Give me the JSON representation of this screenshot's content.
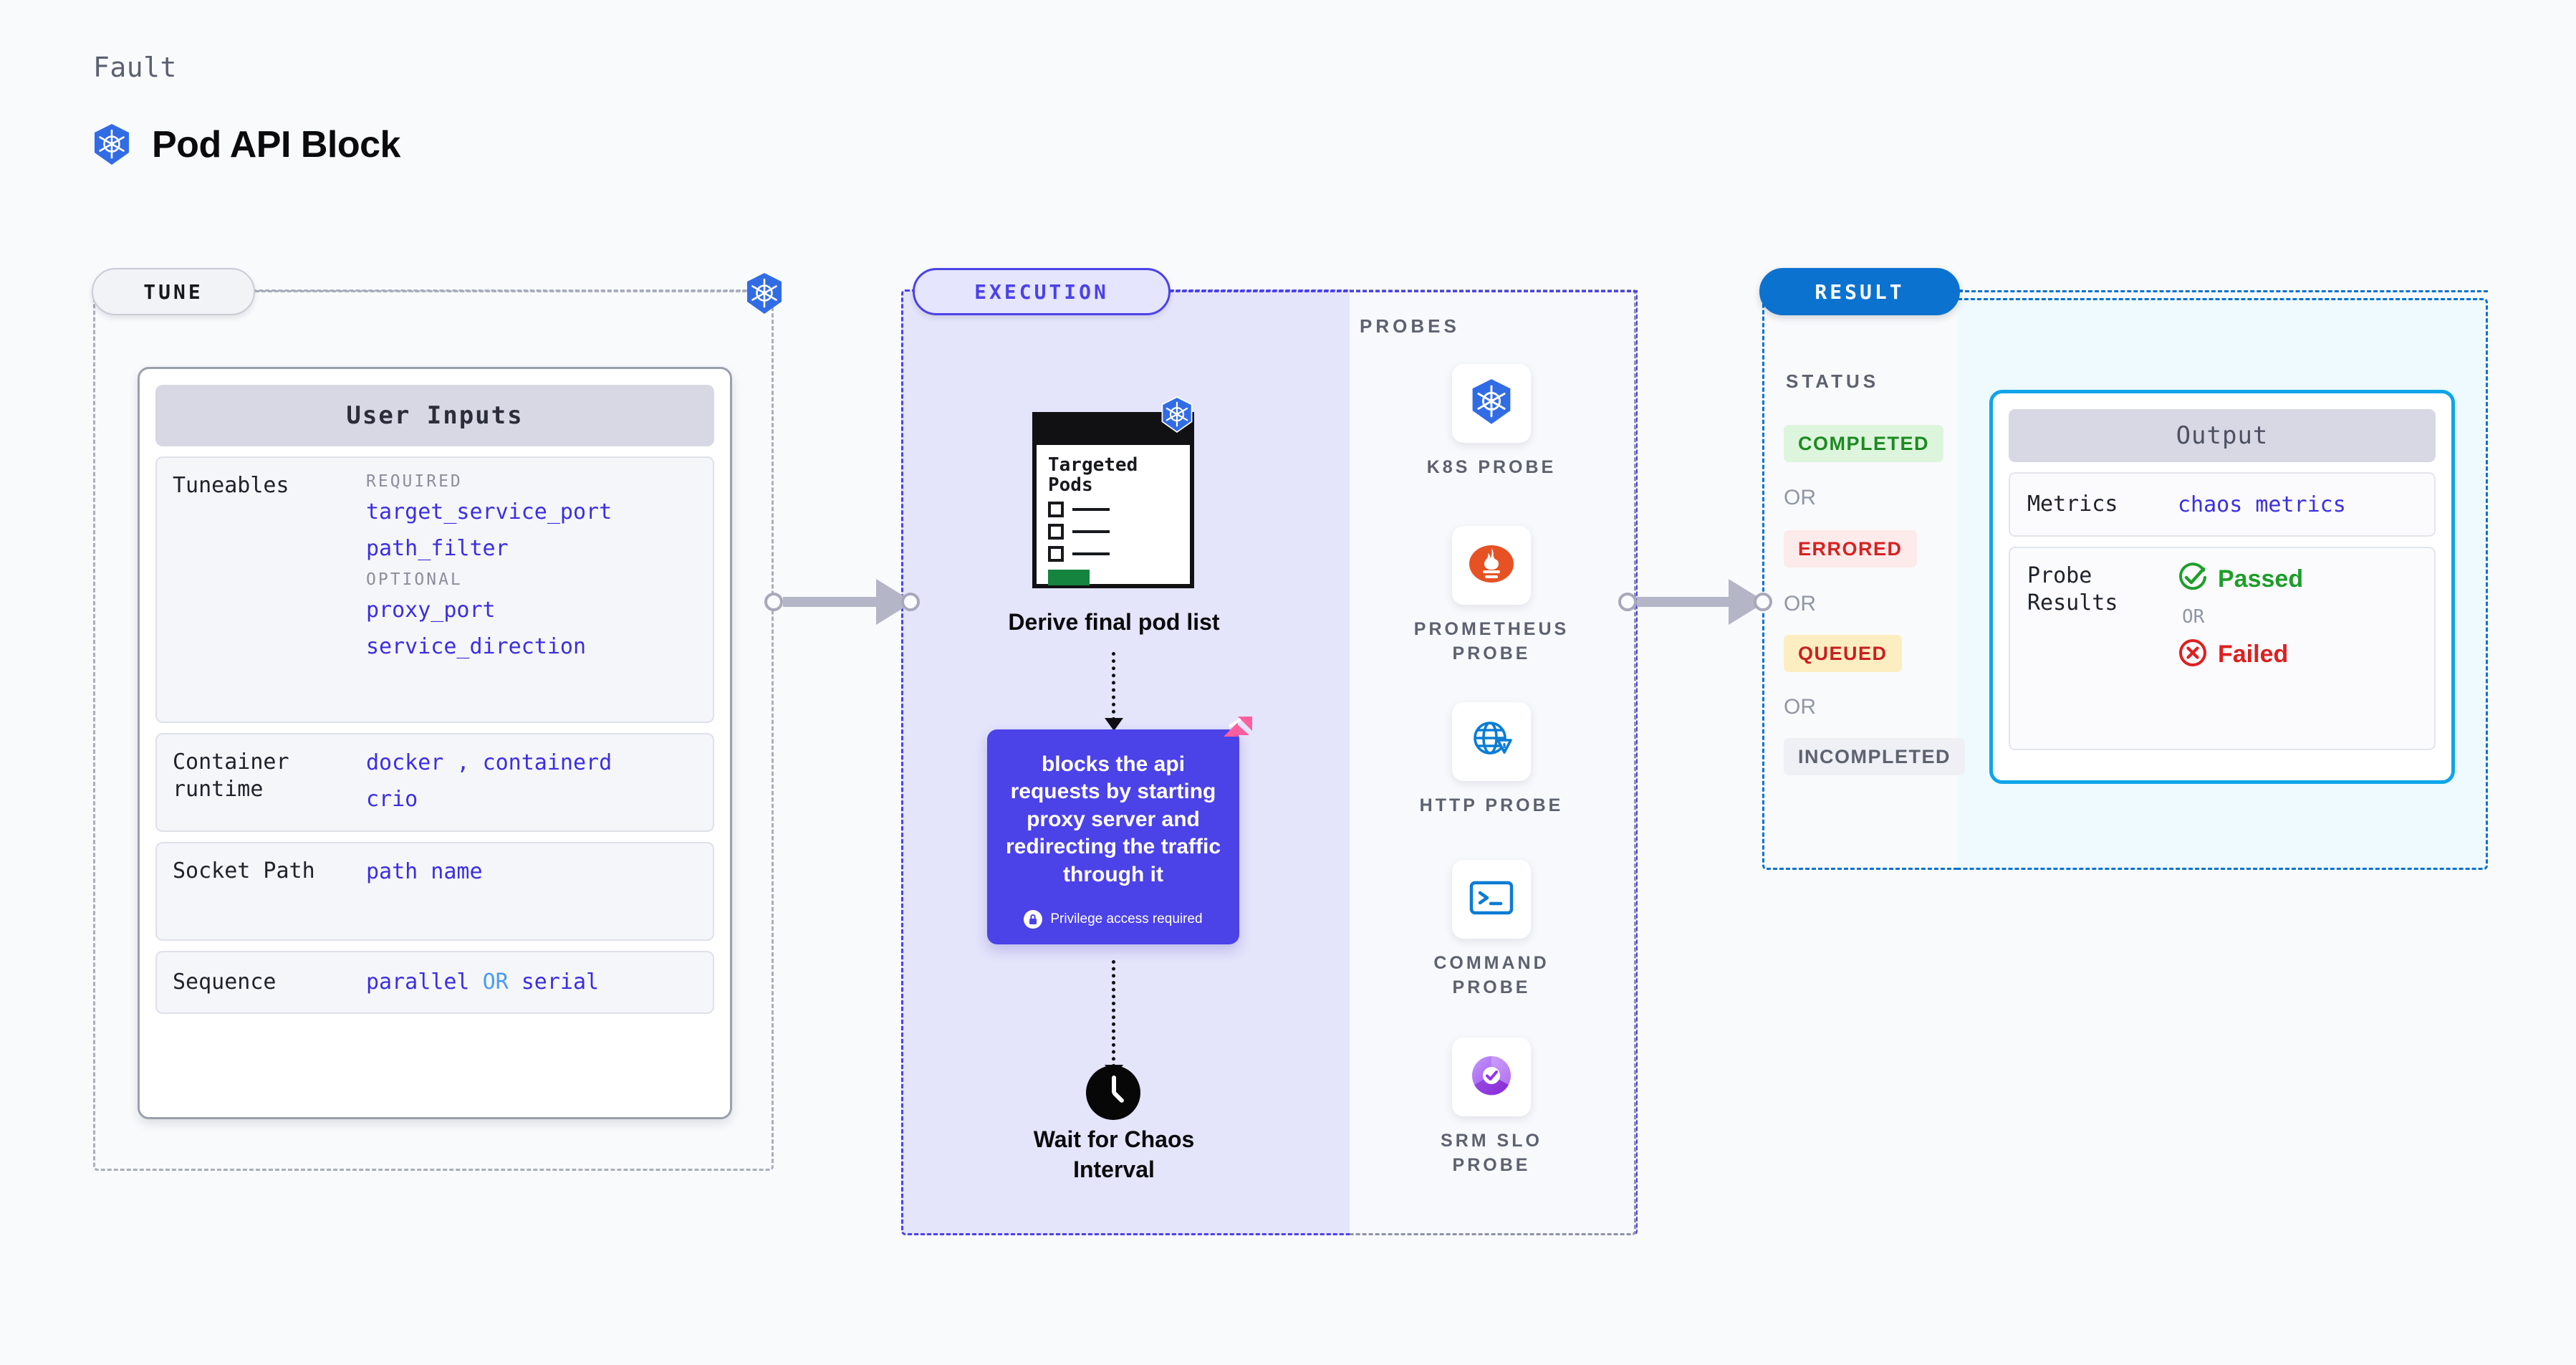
{
  "header": {
    "eyebrow": "Fault",
    "title": "Pod API Block",
    "icon": "kubernetes-icon"
  },
  "tune": {
    "pill_label": "TUNE",
    "frame_icon": "kubernetes-icon",
    "card_title": "User Inputs",
    "rows": [
      {
        "label": "Tuneables",
        "groups": [
          {
            "heading": "REQUIRED",
            "values": [
              "target_service_port",
              "path_filter"
            ]
          },
          {
            "heading": "OPTIONAL",
            "values": [
              "proxy_port",
              "service_direction"
            ]
          }
        ]
      },
      {
        "label": "Container runtime",
        "values": [
          "docker , containerd",
          "crio"
        ]
      },
      {
        "label": "Socket Path",
        "values": [
          "path name"
        ]
      },
      {
        "label": "Sequence",
        "values": [
          "parallel OR serial"
        ]
      }
    ],
    "runtime_value_1_a": "docker",
    "runtime_value_1_sep": ",",
    "runtime_value_1_b": "containerd",
    "runtime_value_2": "crio",
    "socket_value": "path name",
    "sequence_a": "parallel",
    "sequence_or": "OR",
    "sequence_b": "serial"
  },
  "execution": {
    "pill_label": "EXECUTION",
    "pods_card": {
      "title_line1": "Targeted",
      "title_line2": "Pods",
      "icon": "kubernetes-icon"
    },
    "step1_label": "Derive final pod list",
    "fault_box": {
      "text": "blocks the api requests by starting proxy server and redirecting the traffic through it",
      "privilege_label": "Privilege access required",
      "privilege_icon": "lock-icon",
      "corner_icon": "harness-logo-icon",
      "color": "#4b42e8"
    },
    "step3_label": "Wait for Chaos Interval",
    "step3_icon": "clock-icon"
  },
  "probes": {
    "title": "PROBES",
    "items": [
      {
        "name": "K8S PROBE",
        "icon": "kubernetes-icon"
      },
      {
        "name": "PROMETHEUS PROBE",
        "icon": "prometheus-icon"
      },
      {
        "name": "HTTP PROBE",
        "icon": "http-globe-warning-icon"
      },
      {
        "name": "COMMAND PROBE",
        "icon": "terminal-icon"
      },
      {
        "name": "SRM SLO PROBE",
        "icon": "srm-slo-icon"
      }
    ]
  },
  "result": {
    "pill_label": "RESULT",
    "status_title": "STATUS",
    "or_label": "OR",
    "statuses": [
      {
        "label": "COMPLETED",
        "bg": "#ddf5dd",
        "fg": "#1d8a22"
      },
      {
        "label": "ERRORED",
        "bg": "#fdeaea",
        "fg": "#d62222"
      },
      {
        "label": "QUEUED",
        "bg": "#fdeec1",
        "fg": "#c72020"
      },
      {
        "label": "INCOMPLETED",
        "bg": "#eff0f6",
        "fg": "#5d6270"
      }
    ]
  },
  "output": {
    "title": "Output",
    "metrics_label": "Metrics",
    "metrics_value": "chaos metrics",
    "probe_results_label": "Probe Results",
    "passed_label": "Passed",
    "failed_label": "Failed",
    "or_label": "OR",
    "passed_icon": "check-circle-icon",
    "failed_icon": "x-circle-icon"
  },
  "colors": {
    "accent_purple": "#4b42e8",
    "accent_blue": "#0c72cf",
    "accent_cyan": "#0ea5e9",
    "k8s_blue": "#326ce5",
    "value_text": "#3b2ee0",
    "page_bg": "#f9fafc"
  }
}
